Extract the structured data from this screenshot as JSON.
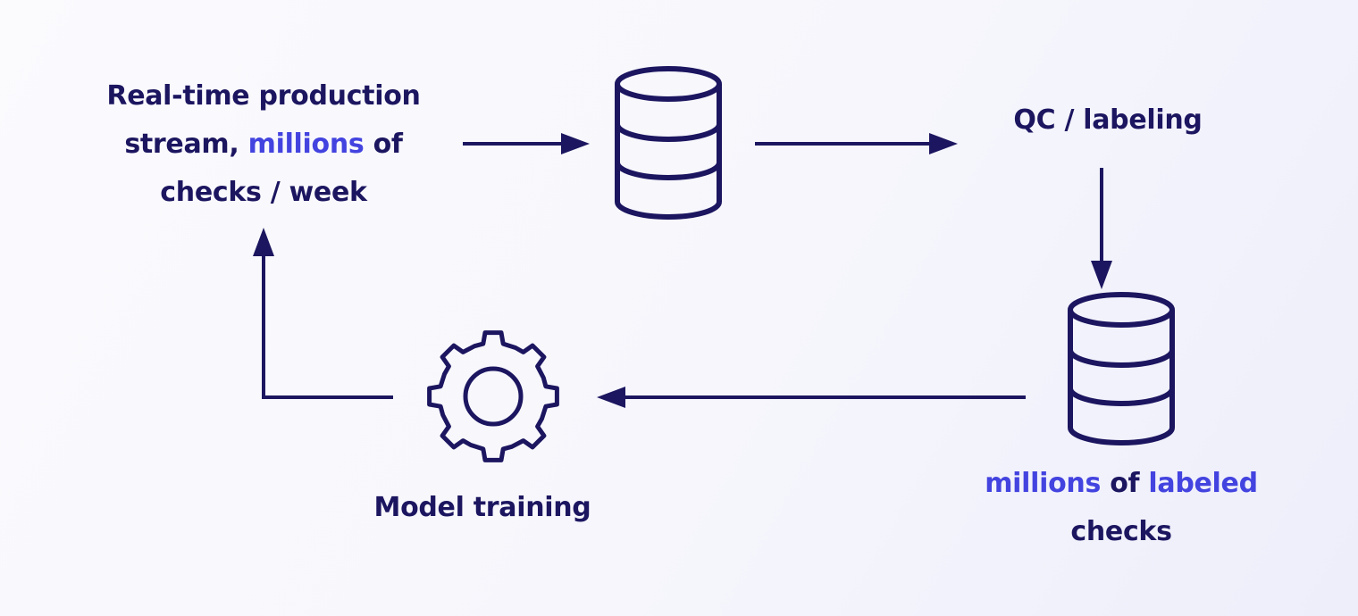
{
  "colors": {
    "ink": "#1c1660",
    "highlight": "#4343e0"
  },
  "nodes": {
    "stream": {
      "line1": "Real-time production",
      "line2_pre": "stream, ",
      "line2_highlight": "millions",
      "line2_post": " of",
      "line3": "checks / week"
    },
    "staging_db": {
      "icon": "database-icon"
    },
    "qc": {
      "label": "QC / labeling"
    },
    "labeled_db": {
      "icon": "database-icon",
      "line1_highlight_a": "millions",
      "line1_mid": " of ",
      "line1_highlight_b": "labeled",
      "line2": "checks"
    },
    "model": {
      "icon": "gear-icon",
      "label": "Model training"
    }
  },
  "edges": [
    {
      "from": "stream",
      "to": "staging_db"
    },
    {
      "from": "staging_db",
      "to": "qc"
    },
    {
      "from": "qc",
      "to": "labeled_db"
    },
    {
      "from": "labeled_db",
      "to": "model"
    },
    {
      "from": "model",
      "to": "stream"
    }
  ]
}
